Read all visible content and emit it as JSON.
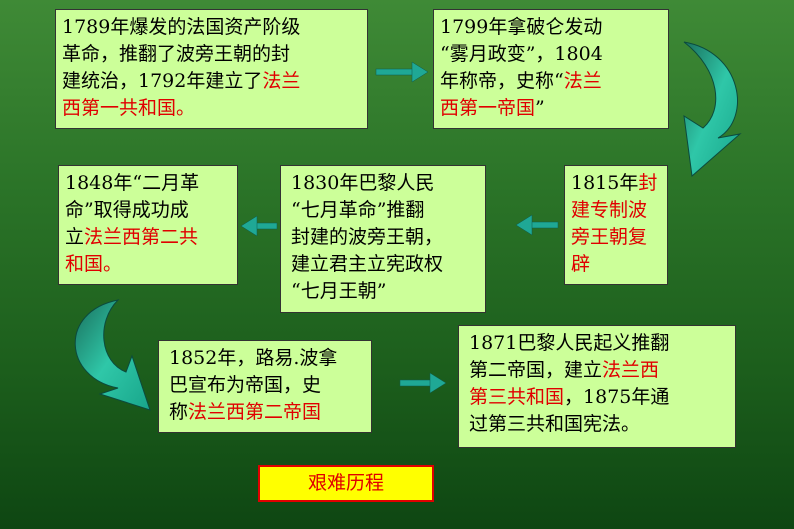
{
  "events": {
    "e1789": {
      "l1": "1789年爆发的法国资产阶级",
      "l2": "革命，推翻了波旁王朝的封",
      "l3a": "建统治，1792年建立了",
      "l3b": "法兰",
      "l4": "西第一共和国。"
    },
    "e1799": {
      "l1": "1799年拿破仑发动",
      "l2": "“雾月政变”，1804",
      "l3a": "年称帝，史称“",
      "l3b": "法兰",
      "l4a": "西第一帝国",
      "l4b": "”"
    },
    "e1815": {
      "l1a": "1815年",
      "l1b": "封",
      "l2": "建专制波",
      "l3": "旁王朝复",
      "l4": "辟"
    },
    "e1830": {
      "l1": "1830年巴黎人民",
      "l2": "“七月革命”推翻",
      "l3": "封建的波旁王朝，",
      "l4": "建立君主立宪政权",
      "l5": "“七月王朝”"
    },
    "e1848": {
      "l1": "1848年“二月革",
      "l2": "命”取得成功成",
      "l3a": "立",
      "l3b": "法兰西第二共",
      "l4": "和国。"
    },
    "e1852": {
      "l1": "1852年，路易.波拿",
      "l2": "巴宣布为帝国，史",
      "l3a": "称",
      "l3b": "法兰西第二帝国"
    },
    "e1871": {
      "l1": "1871巴黎人民起义推翻",
      "l2a": "第二帝国，建立",
      "l2b": "法兰西",
      "l3a": "第三共和国",
      "l3b": "，1875年通",
      "l4": "过第三共和国宪法。"
    }
  },
  "title": "艰难历程",
  "colors": {
    "box": "#ccff99",
    "highlight": "#e00000",
    "arrow": "#1fa895",
    "title_bg": "#ffff00"
  }
}
